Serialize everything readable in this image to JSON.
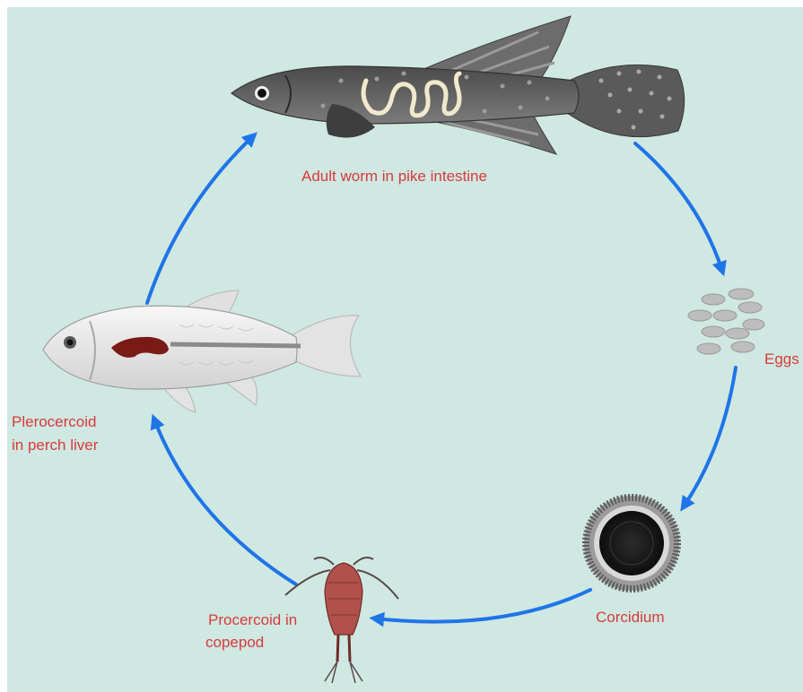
{
  "colors": {
    "background": "#cfe8e2",
    "arrow": "#1f74e8",
    "label_text": "#d93a3a",
    "pike_body": "#5f5f5f",
    "worm": "#f1e9cc",
    "perch_body": "#e6e6e6",
    "perch_liver": "#7a1a16",
    "copepod": "#b0514b",
    "coracidium_core": "#1a1a1a",
    "eggs": "#bdbdbd"
  },
  "stages": {
    "adult": {
      "label": "Adult worm in pike intestine"
    },
    "eggs": {
      "label": "Eggs"
    },
    "coracidium": {
      "label": "Corcidium"
    },
    "procercoid": {
      "label_line1": "Procercoid in",
      "label_line2": "copepod"
    },
    "plerocercoid": {
      "label_line1": "Plerocercoid",
      "label_line2": "in perch liver"
    }
  },
  "icons": [
    "pike-fish-icon",
    "tapeworm-icon",
    "eggs-icon",
    "coracidium-icon",
    "copepod-icon",
    "perch-fish-icon"
  ]
}
